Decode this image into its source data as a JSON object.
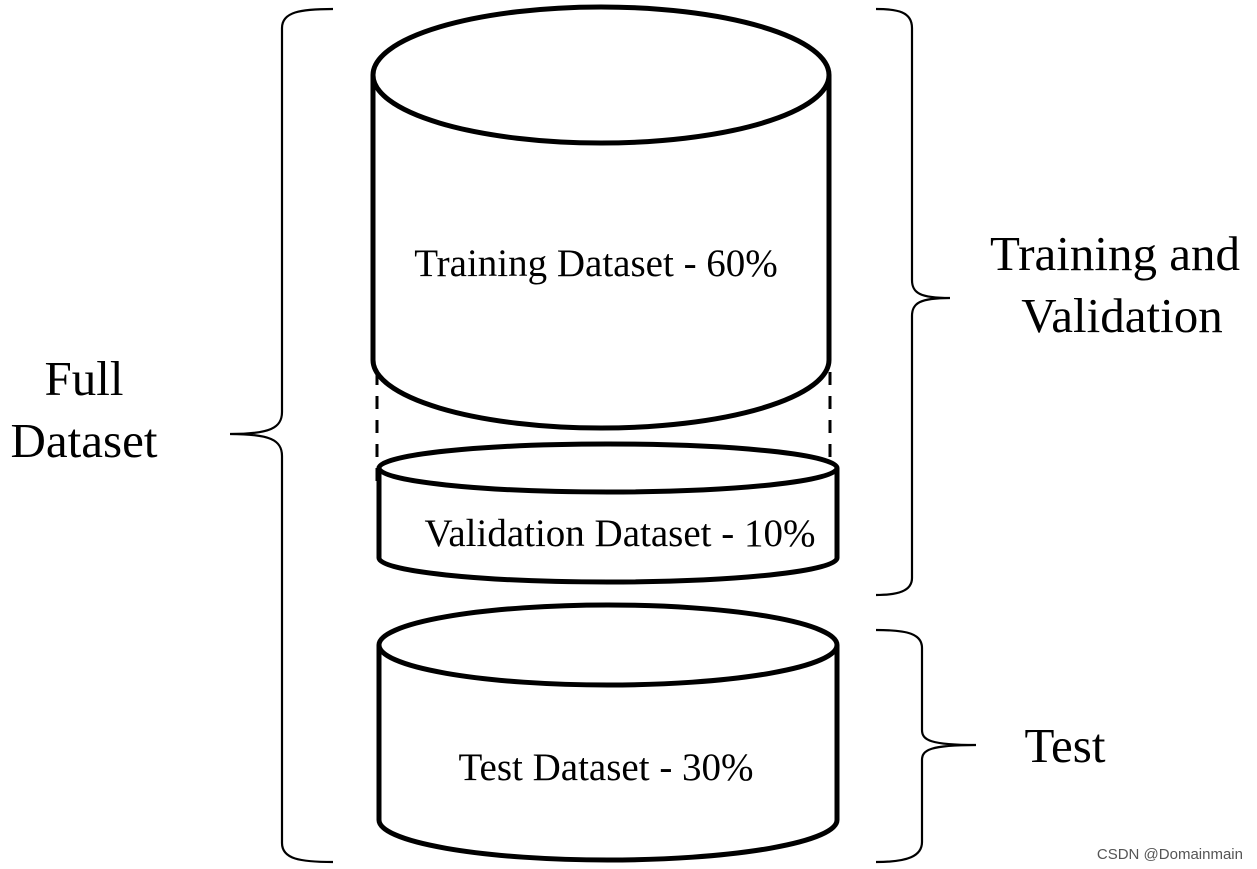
{
  "segments": {
    "training": "Training Dataset - 60%",
    "validation": "Validation Dataset - 10%",
    "test": "Test Dataset - 30%"
  },
  "groups": {
    "full_dataset": [
      "Full",
      "Dataset"
    ],
    "training_and_validation": [
      "Training and",
      "Validation"
    ],
    "test": "Test"
  },
  "watermark": "CSDN @Domainmain"
}
